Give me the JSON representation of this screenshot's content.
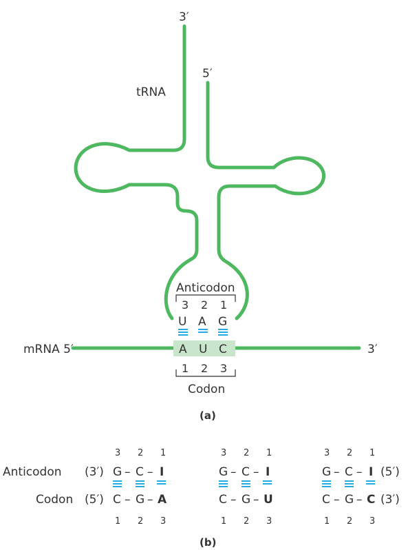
{
  "colors": {
    "strand": "#4db85f",
    "basepair": "#29a9e1",
    "codon_box": "#c9e6cd",
    "text": "#333333"
  },
  "panel_a": {
    "trna_label": "tRNA",
    "trna_3prime": "3′",
    "trna_5prime": "5′",
    "mrna_label": "mRNA 5′",
    "mrna_3prime": "3′",
    "anticodon_label": "Anticodon",
    "anticodon_positions": [
      "3",
      "2",
      "1"
    ],
    "anticodon_bases": [
      "U",
      "A",
      "G"
    ],
    "codon_bases": [
      "A",
      "U",
      "C"
    ],
    "codon_positions": [
      "1",
      "2",
      "3"
    ],
    "codon_label": "Codon",
    "caption": "(a)"
  },
  "panel_b": {
    "anticodon_row_label": "Anticodon",
    "codon_row_label": "Codon",
    "anticodon_end_left": "(3′)",
    "codon_end_left": "(5′)",
    "anticodon_end_right": "(5′)",
    "codon_end_right": "(3′)",
    "top_positions": [
      "3",
      "2",
      "1"
    ],
    "bottom_positions": [
      "1",
      "2",
      "3"
    ],
    "pairs": [
      {
        "anticodon": [
          "G",
          "C",
          "I"
        ],
        "codon": [
          "C",
          "G",
          "A"
        ]
      },
      {
        "anticodon": [
          "G",
          "C",
          "I"
        ],
        "codon": [
          "C",
          "G",
          "U"
        ]
      },
      {
        "anticodon": [
          "G",
          "C",
          "I"
        ],
        "codon": [
          "C",
          "G",
          "C"
        ]
      }
    ],
    "dash": "–",
    "caption": "(b)"
  }
}
